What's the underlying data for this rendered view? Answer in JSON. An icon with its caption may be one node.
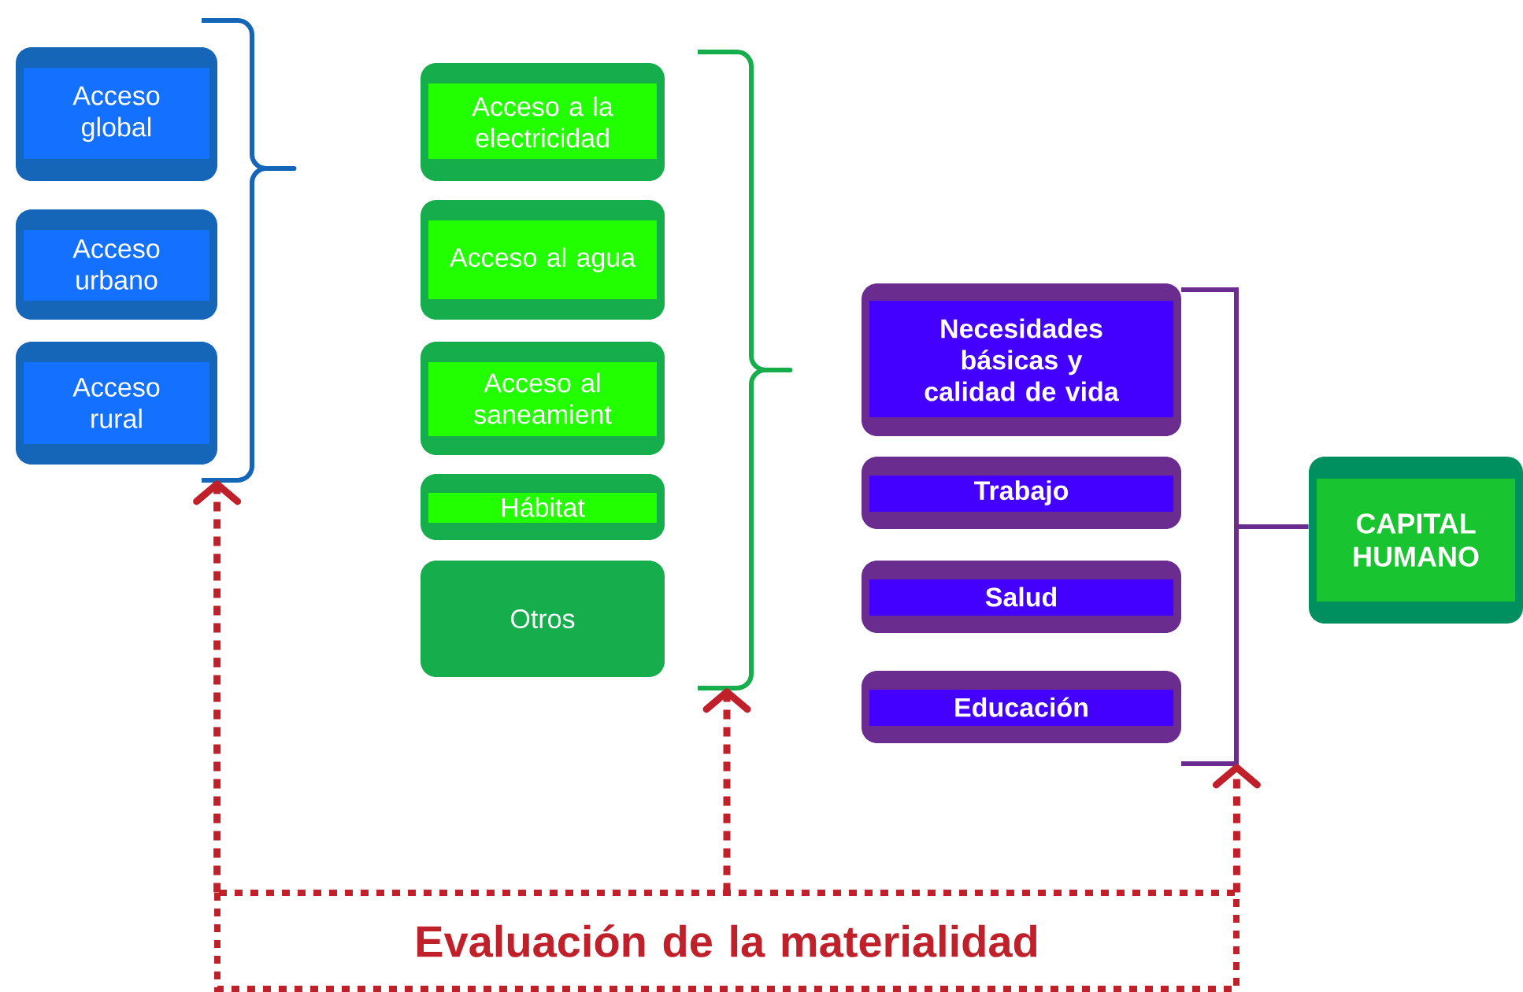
{
  "diagram": {
    "nodes": [
      {
        "text": [
          "Acceso global"
        ]
      },
      {
        "text": [
          "Acceso urbano"
        ]
      },
      {
        "text": [
          "Acceso rural"
        ]
      },
      {
        "text": [
          "Acceso a la electricidad"
        ]
      },
      {
        "text": [
          "Acceso al agua"
        ]
      },
      {
        "text": [
          "Acceso al saneamient"
        ]
      },
      {
        "text": [
          "Hábitat"
        ]
      },
      {
        "text": [
          "Otros"
        ]
      },
      {
        "text": [
          "Necesidades básicas y calidad de vida"
        ]
      },
      {
        "text": [
          "Trabajo"
        ]
      },
      {
        "text": [
          "Salud"
        ]
      },
      {
        "text": [
          "Educación"
        ]
      },
      {
        "text": [
          "CAPITAL HUMANO"
        ]
      },
      {
        "text": [],
        "shape": "brace"
      },
      {
        "text": [],
        "shape": "brace"
      },
      {
        "text": [],
        "shape": "bracket"
      },
      {
        "text": [
          "Evaluación de la materialidad"
        ]
      }
    ],
    "edges": [
      {
        "from": 16,
        "to": 13,
        "arrow": "to",
        "style": "dashed"
      },
      {
        "from": 16,
        "to": 14,
        "arrow": "to",
        "style": "dashed"
      },
      {
        "from": 16,
        "to": 15,
        "arrow": "to",
        "style": "dashed"
      },
      {
        "from": 15,
        "to": 12,
        "arrow": "none",
        "color": "#6a2c8e"
      }
    ]
  }
}
